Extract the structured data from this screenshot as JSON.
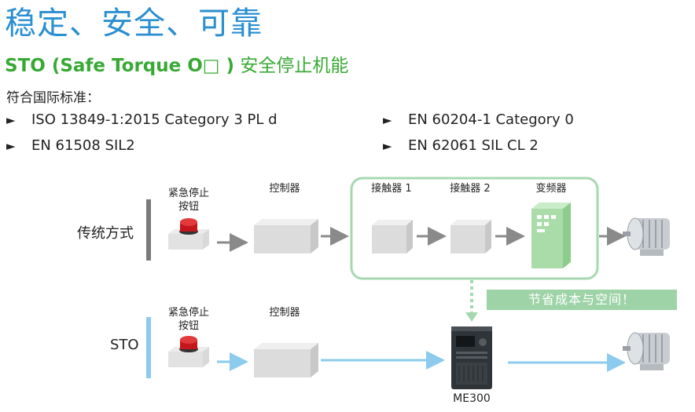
{
  "title": "稳定、安全、可靠",
  "subtitle": {
    "bold": "STO (Safe Torque O□ )",
    "rest": " 安全停止机能"
  },
  "standards": {
    "heading": "符合国际标准：",
    "bullet": "►",
    "items": [
      "ISO 13849-1:2015 Category 3 PL d",
      "EN 60204-1 Category 0",
      "EN 61508 SIL2",
      "EN 62061 SIL CL 2"
    ]
  },
  "diagram": {
    "traditional": {
      "row_label": "传统方式",
      "estop_label": [
        "紧急停止",
        "按钮"
      ],
      "controller_label": "控制器",
      "contactor1_label": "接触器 1",
      "contactor2_label": "接触器 2",
      "inverter_label": "变频器"
    },
    "sto": {
      "row_label": "STO",
      "estop_label": [
        "紧急停止",
        "按钮"
      ],
      "controller_label": "控制器",
      "device_label": "ME300"
    },
    "savings_text": "节省成本与空间！"
  },
  "colors": {
    "title": "#2a8fd0",
    "subtitle": "#39a935",
    "traditional_bar": "#7a7a7a",
    "sto_bar": "#8ccbed",
    "group_border": "#a6d8b0",
    "savings_bg": "#9ed3a7",
    "gray_arrow": "#8a8a8a",
    "blue_arrow": "#8ccbed"
  }
}
